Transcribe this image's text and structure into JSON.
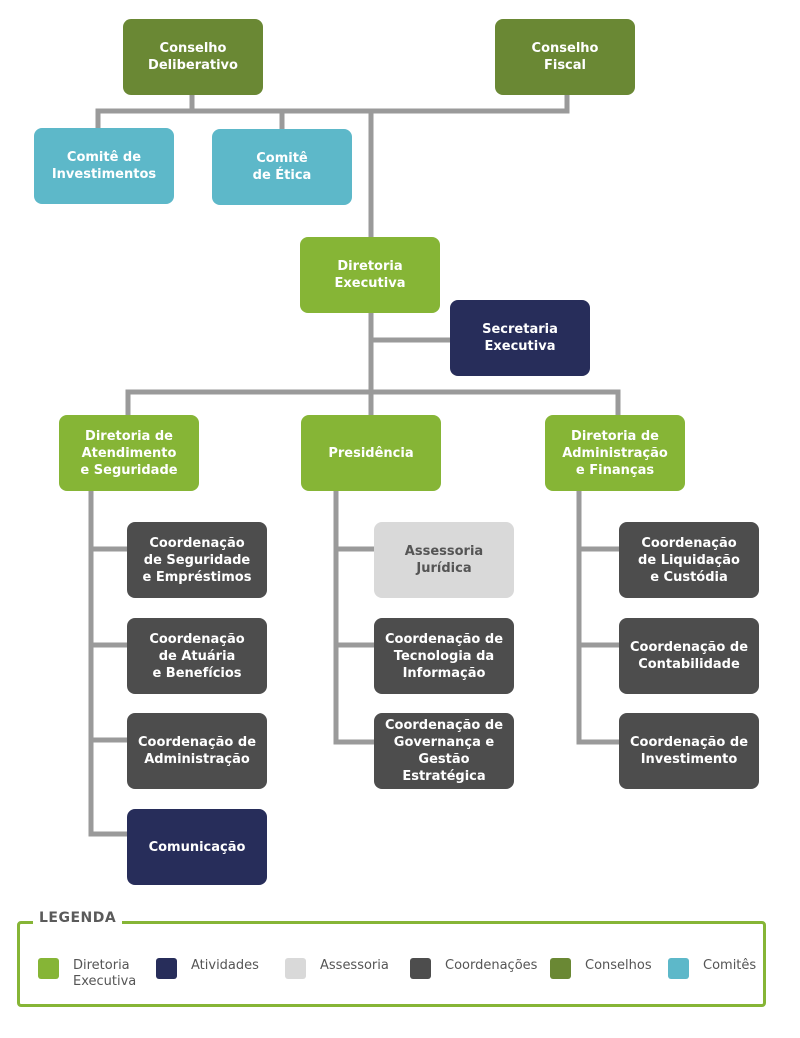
{
  "colors": {
    "diretoria_executiva": "#86b536",
    "atividades": "#272d5a",
    "assessoria": "#d9d9d9",
    "coordenacoes": "#4d4d4d",
    "conselhos": "#6a8834",
    "comites": "#5db8c9",
    "connector": "#9a9a9a"
  },
  "nodes": {
    "conselho_deliberativo": "Conselho\nDeliberativo",
    "conselho_fiscal": "Conselho\nFiscal",
    "comite_investimentos": "Comitê de\nInvestimentos",
    "comite_etica": "Comitê\nde Ética",
    "diretoria_executiva": "Diretoria\nExecutiva",
    "secretaria_executiva": "Secretaria\nExecutiva",
    "diretoria_atendimento": "Diretoria de\nAtendimento\ne Seguridade",
    "presidencia": "Presidência",
    "diretoria_administracao": "Diretoria de\nAdministração\ne Finanças",
    "coord_seguridade": "Coordenação\nde Seguridade\ne Empréstimos",
    "coord_atuaria": "Coordenação\nde Atuária\ne Benefícios",
    "coord_administracao": "Coordenação de\nAdministração",
    "comunicacao": "Comunicação",
    "assessoria_juridica": "Assessoria\nJurídica",
    "coord_tecnologia": "Coordenação de\nTecnologia da\nInformação",
    "coord_governanca": "Coordenação de\nGovernança e\nGestão Estratégica",
    "coord_liquidacao": "Coordenação\nde Liquidação\ne Custódia",
    "coord_contabilidade": "Coordenação de\nContabilidade",
    "coord_investimento": "Coordenação de\nInvestimento"
  },
  "legend": {
    "title": "LEGENDA",
    "items": [
      {
        "label": "Diretoria\nExecutiva",
        "color": "#86b536"
      },
      {
        "label": "Atividades",
        "color": "#272d5a"
      },
      {
        "label": "Assessoria",
        "color": "#d9d9d9"
      },
      {
        "label": "Coordenações",
        "color": "#4d4d4d"
      },
      {
        "label": "Conselhos",
        "color": "#6a8834"
      },
      {
        "label": "Comitês",
        "color": "#5db8c9"
      }
    ]
  }
}
